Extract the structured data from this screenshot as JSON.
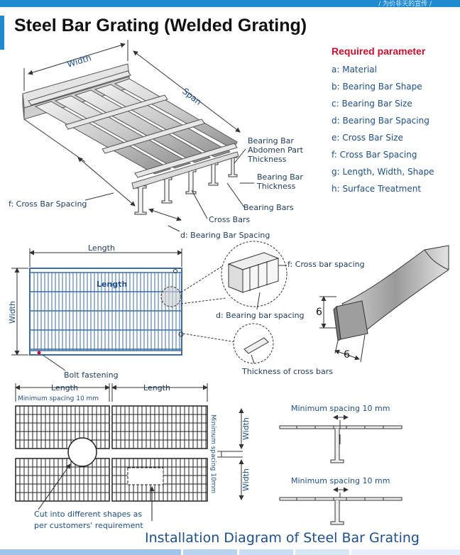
{
  "header": {
    "top_strip_text": "/ 为价非天的宣传 /"
  },
  "title": "Steel Bar Grating (Welded Grating)",
  "parameters": {
    "heading": "Required parameter",
    "items": [
      "a: Material",
      "b: Bearing Bar Shape",
      "c: Bearing Bar Size",
      "d: Bearing Bar Spacing",
      "e: Cross Bar Size",
      "f: Cross Bar Spacing",
      "g: Length, Width, Shape",
      "h: Surface Treatment"
    ]
  },
  "iso_labels": {
    "width": "Width",
    "span": "Span",
    "bearing_bar_abdomen": [
      "Bearing Bar",
      "Abdomen Part",
      "Thickness"
    ],
    "bearing_bar_thickness": [
      "Bearing Bar",
      "Thickness"
    ],
    "bearing_bars": "Bearing Bars",
    "cross_bars": "Cross Bars",
    "cross_bar_spacing": "f: Cross Bar Spacing",
    "bearing_bar_spacing": "d: Bearing Bar Spacing"
  },
  "plan_labels": {
    "length_top": "Length",
    "length_inner": "Length",
    "width": "Width",
    "bolt": "Bolt fastening",
    "f_spacing": "f: Cross bar spacing",
    "d_spacing": "d: Bearing bar spacing",
    "thickness_cross": "Thickness of cross bars"
  },
  "twisted_bar": {
    "dim_a": "6",
    "dim_b": "6"
  },
  "install": {
    "length_a": "Length",
    "length_b": "Length",
    "min_spacing_h": "Minimum spacing 10 mm",
    "min_spacing_v": "Minimum spacing 10mm",
    "width_a": "Width",
    "width_b": "Width",
    "cut_note": [
      "Cut into different shapes as",
      "per customers' requirement"
    ],
    "min_spacing_right_1": "Minimum spacing 10 mm",
    "min_spacing_right_2": "Minimum spacing 10 mm",
    "caption": "Installation Diagram of Steel Bar Grating"
  },
  "colors": {
    "accent": "#1f8ad0",
    "param_heading": "#c8102e",
    "param_text": "#1d4f8a",
    "grid_blue": "#3a6ea5"
  }
}
